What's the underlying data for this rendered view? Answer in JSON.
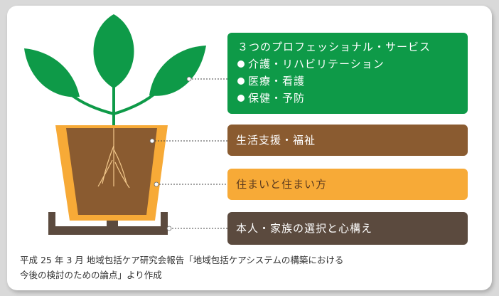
{
  "labels": {
    "services_title": "３つのプロフェッショナル・サービス",
    "services_items": [
      "介護・リハビリテーション",
      "医療・看護",
      "保健・予防"
    ],
    "living_support": "生活支援・福祉",
    "housing": "住まいと住まい方",
    "personal_choice": "本人・家族の選択と心構え"
  },
  "caption": {
    "line1": "平成 25 年 3 月 地域包括ケア研究会報告「地域包括ケアシステムの構築における",
    "line2": "今後の検討のための論点」より作成"
  },
  "colors": {
    "leaf_green": "#0e9a48",
    "soil_brown": "#8a5b30",
    "pot_yellow": "#f7aa37",
    "saucer_dark": "#5b4a3e"
  }
}
